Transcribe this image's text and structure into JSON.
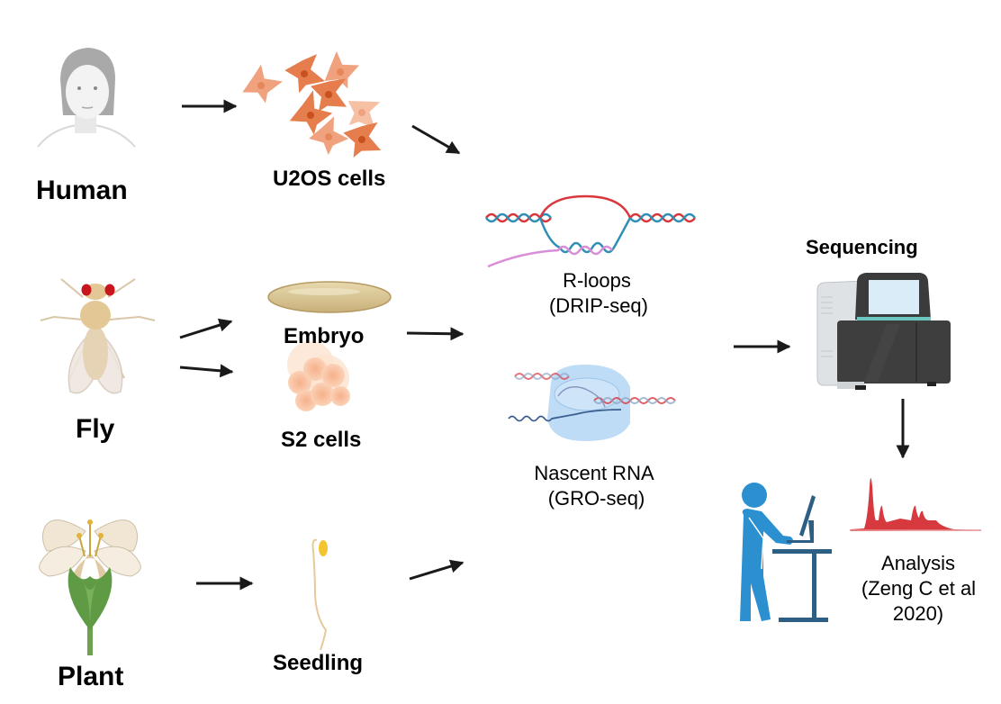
{
  "diagram": {
    "title": "",
    "organisms": [
      {
        "id": "human",
        "label": "Human",
        "sample": "U2OS cells",
        "icon": "human-face-icon",
        "sample_icon": "u2os-cells-icon"
      },
      {
        "id": "fly",
        "label": "Fly",
        "samples": [
          "Embryo",
          "S2 cells"
        ],
        "icon": "fruit-fly-icon",
        "sample_icons": [
          "embryo-icon",
          "s2-cells-icon"
        ]
      },
      {
        "id": "plant",
        "label": "Plant",
        "sample": "Seedling",
        "icon": "flower-icon",
        "sample_icon": "seedling-icon"
      }
    ],
    "assays": [
      {
        "line1": "R-loops",
        "line2": "(DRIP-seq)",
        "icon": "r-loop-dna-icon"
      },
      {
        "line1": "Nascent RNA",
        "line2": "(GRO-seq)",
        "icon": "rna-polymerase-icon"
      }
    ],
    "sequencing": {
      "label": "Sequencing",
      "icon": "sequencer-machine-icon"
    },
    "analysis": {
      "line1": "Analysis",
      "line2": "(Zeng C et al",
      "line3": "2020)",
      "icons": [
        "person-at-computer-icon",
        "signal-peaks-icon"
      ]
    },
    "colors": {
      "arrow": "#1a1a1a",
      "dna_red": "#d9363e",
      "dna_blue": "#2f8fb5",
      "rna_pink": "#d98ed8",
      "cell_orange": "#e27a4b",
      "analyst_blue": "#2b8fd0",
      "desk_navy": "#2d5f84",
      "peak_red": "#d63a3f"
    },
    "flow": [
      "Human -> U2OS cells",
      "U2OS cells -> Assays",
      "Fly -> Embryo",
      "Fly -> S2 cells",
      "Embryo -> Assays",
      "Plant -> Seedling",
      "Seedling -> Assays",
      "Assays -> Sequencing",
      "Sequencing -> Analysis"
    ]
  }
}
